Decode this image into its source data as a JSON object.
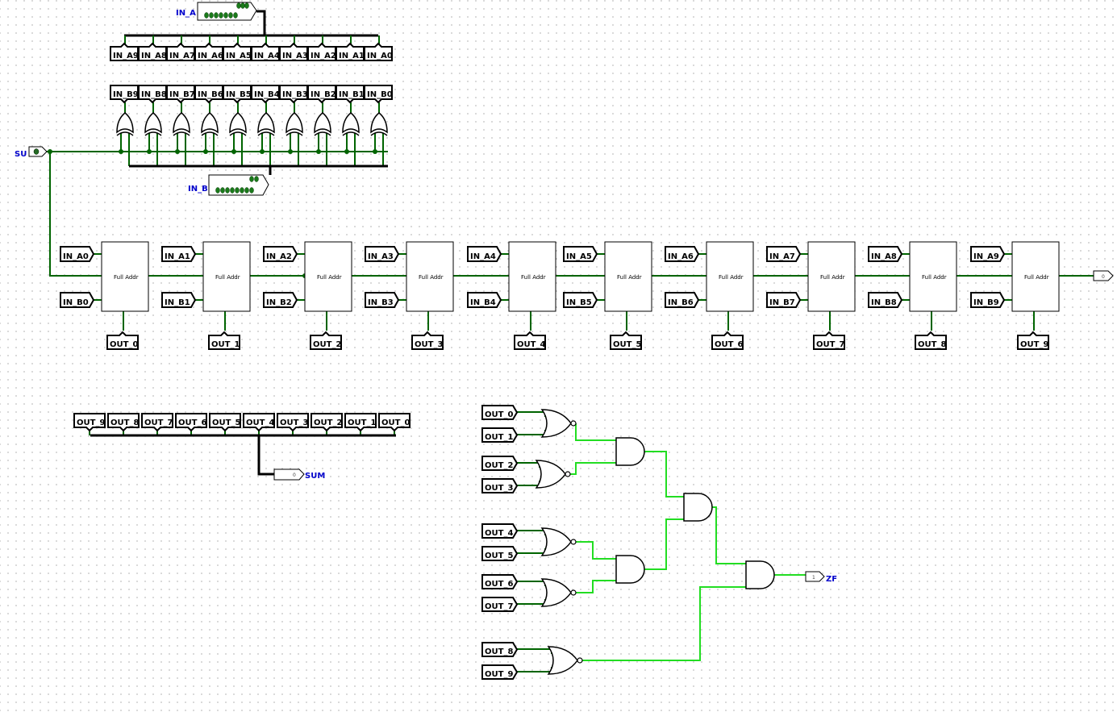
{
  "inputs": {
    "in_a": {
      "label": "IN_A",
      "bits": "0000000000"
    },
    "in_b": {
      "label": "IN_B",
      "bits": "0000000000"
    },
    "su": {
      "label": "SU",
      "bits": "0"
    }
  },
  "outputs": {
    "sum": {
      "label": "SUM",
      "value": "0"
    },
    "zf": {
      "label": "ZF",
      "value": "1"
    },
    "carry": {
      "value": "0"
    }
  },
  "in_a_tunnels": [
    "IN_A9",
    "IN_A8",
    "IN_A7",
    "IN_A6",
    "IN_A5",
    "IN_A4",
    "IN_A3",
    "IN_A2",
    "IN_A1",
    "IN_A0"
  ],
  "in_b_tunnels": [
    "IN_B9",
    "IN_B8",
    "IN_B7",
    "IN_B6",
    "IN_B5",
    "IN_B4",
    "IN_B3",
    "IN_B2",
    "IN_B1",
    "IN_B0"
  ],
  "full_adder_label": "Full Addr",
  "adders": [
    {
      "a": "IN_A0",
      "b": "IN_B0",
      "out": "OUT_0"
    },
    {
      "a": "IN_A1",
      "b": "IN_B1",
      "out": "OUT_1"
    },
    {
      "a": "IN_A2",
      "b": "IN_B2",
      "out": "OUT_2"
    },
    {
      "a": "IN_A3",
      "b": "IN_B3",
      "out": "OUT_3"
    },
    {
      "a": "IN_A4",
      "b": "IN_B4",
      "out": "OUT_4"
    },
    {
      "a": "IN_A5",
      "b": "IN_B5",
      "out": "OUT_5"
    },
    {
      "a": "IN_A6",
      "b": "IN_B6",
      "out": "OUT_6"
    },
    {
      "a": "IN_A7",
      "b": "IN_B7",
      "out": "OUT_7"
    },
    {
      "a": "IN_A8",
      "b": "IN_B8",
      "out": "OUT_8"
    },
    {
      "a": "IN_A9",
      "b": "IN_B9",
      "out": "OUT_9"
    }
  ],
  "sum_tunnels": [
    "OUT_9",
    "OUT_8",
    "OUT_7",
    "OUT_6",
    "OUT_5",
    "OUT_4",
    "OUT_3",
    "OUT_2",
    "OUT_1",
    "OUT_0"
  ],
  "zero_flag_tunnels": [
    "OUT_0",
    "OUT_1",
    "OUT_2",
    "OUT_3",
    "OUT_4",
    "OUT_5",
    "OUT_6",
    "OUT_7",
    "OUT_8",
    "OUT_9"
  ],
  "colors": {
    "wire_low": "#006400",
    "wire_high": "#22dd22",
    "bus": "#000000",
    "pin_label": "#0000cc"
  }
}
